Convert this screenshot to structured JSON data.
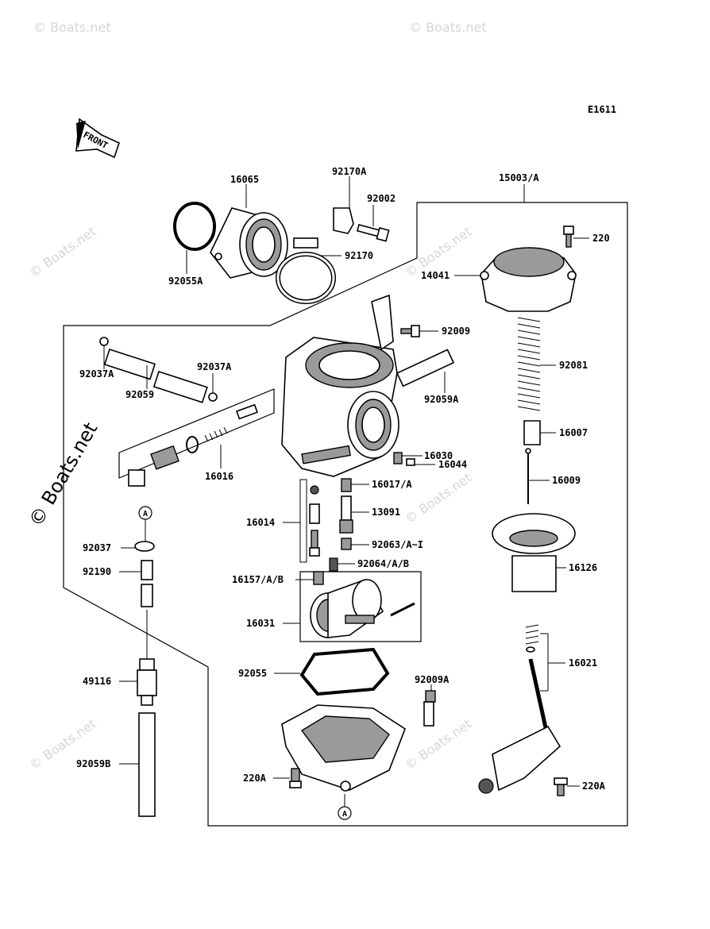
{
  "diagram_code": "E1611",
  "front_label": "FRONT",
  "watermark": "© Boats.net",
  "parts": {
    "p16065": "16065",
    "p92170A": "92170A",
    "p92002": "92002",
    "p15003A": "15003/A",
    "p220": "220",
    "p92055A": "92055A",
    "p92170": "92170",
    "p14041": "14041",
    "p92009": "92009",
    "p92081": "92081",
    "p92037A_1": "92037A",
    "p92059": "92059",
    "p92037A_2": "92037A",
    "p92059A": "92059A",
    "p16007": "16007",
    "p16030": "16030",
    "p16044": "16044",
    "p16016": "16016",
    "p16017A": "16017/A",
    "p16009": "16009",
    "p13091": "13091",
    "p16014": "16014",
    "p92063": "92063/A~I",
    "p92037": "92037",
    "p92064": "92064/A/B",
    "p16126": "16126",
    "p92190": "92190",
    "p16157": "16157/A/B",
    "p16031": "16031",
    "p16021": "16021",
    "p92055": "92055",
    "p49116": "49116",
    "p92009A": "92009A",
    "p92059B": "92059B",
    "p220A_1": "220A",
    "p220A_2": "220A"
  },
  "reference_marks": {
    "top": "A",
    "bottom": "A"
  }
}
